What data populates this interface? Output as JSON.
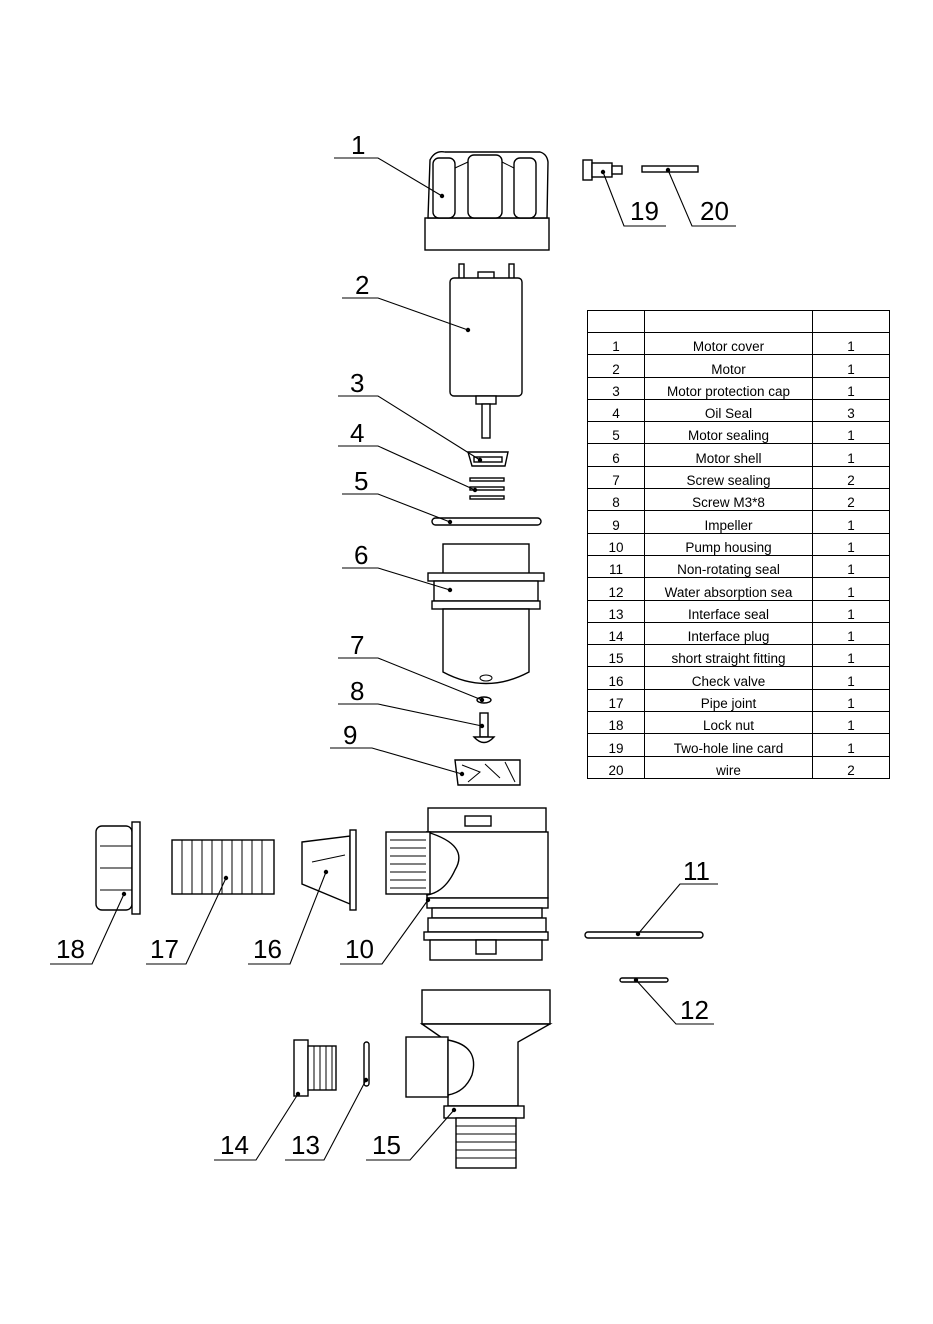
{
  "callouts": [
    "1",
    "2",
    "3",
    "4",
    "5",
    "6",
    "7",
    "8",
    "9",
    "10",
    "11",
    "12",
    "13",
    "14",
    "15",
    "16",
    "17",
    "18",
    "19",
    "20"
  ],
  "table": {
    "headers": [
      "",
      "",
      ""
    ],
    "rows": [
      {
        "no": "1",
        "name": "Motor cover",
        "qty": "1"
      },
      {
        "no": "2",
        "name": "Motor",
        "qty": "1"
      },
      {
        "no": "3",
        "name": "Motor protection cap",
        "qty": "1"
      },
      {
        "no": "4",
        "name": "Oil Seal",
        "qty": "3"
      },
      {
        "no": "5",
        "name": "Motor sealing",
        "qty": "1"
      },
      {
        "no": "6",
        "name": "Motor shell",
        "qty": "1"
      },
      {
        "no": "7",
        "name": "Screw sealing",
        "qty": "2"
      },
      {
        "no": "8",
        "name": "Screw M3*8",
        "qty": "2"
      },
      {
        "no": "9",
        "name": "Impeller",
        "qty": "1"
      },
      {
        "no": "10",
        "name": "Pump housing",
        "qty": "1"
      },
      {
        "no": "11",
        "name": "Non-rotating seal",
        "qty": "1"
      },
      {
        "no": "12",
        "name": "Water absorption sea",
        "qty": "1"
      },
      {
        "no": "13",
        "name": "Interface seal",
        "qty": "1"
      },
      {
        "no": "14",
        "name": "Interface plug",
        "qty": "1"
      },
      {
        "no": "15",
        "name": "short straight fitting",
        "qty": "1"
      },
      {
        "no": "16",
        "name": "Check valve",
        "qty": "1"
      },
      {
        "no": "17",
        "name": "Pipe joint",
        "qty": "1"
      },
      {
        "no": "18",
        "name": "Lock nut",
        "qty": "1"
      },
      {
        "no": "19",
        "name": "Two-hole line card",
        "qty": "1"
      },
      {
        "no": "20",
        "name": "wire",
        "qty": "2"
      }
    ]
  }
}
